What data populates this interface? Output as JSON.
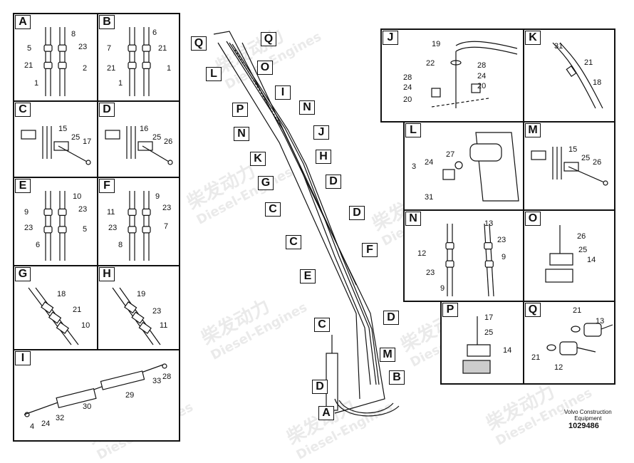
{
  "watermark": {
    "text": "柴发动力",
    "subtext": "Diesel-Engines"
  },
  "panels": [
    {
      "id": "A",
      "nums": [
        "8",
        "5",
        "23",
        "21",
        "2",
        "1"
      ]
    },
    {
      "id": "B",
      "nums": [
        "6",
        "7",
        "21",
        "21",
        "1",
        "1"
      ]
    },
    {
      "id": "C",
      "nums": [
        "15",
        "25",
        "17"
      ]
    },
    {
      "id": "D",
      "nums": [
        "16",
        "25",
        "26"
      ]
    },
    {
      "id": "E",
      "nums": [
        "10",
        "9",
        "23",
        "23",
        "5",
        "6"
      ]
    },
    {
      "id": "F",
      "nums": [
        "9",
        "11",
        "23",
        "23",
        "7",
        "8"
      ]
    },
    {
      "id": "G",
      "nums": [
        "18",
        "21",
        "10"
      ]
    },
    {
      "id": "H",
      "nums": [
        "19",
        "23",
        "11"
      ]
    },
    {
      "id": "I",
      "nums": [
        "28",
        "33",
        "29",
        "30",
        "32",
        "4",
        "24"
      ]
    },
    {
      "id": "J",
      "nums": [
        "19",
        "22",
        "28",
        "28",
        "24",
        "24",
        "20",
        "20"
      ]
    },
    {
      "id": "K",
      "nums": [
        "31",
        "21",
        "18"
      ]
    },
    {
      "id": "L",
      "nums": [
        "27",
        "3",
        "24",
        "31"
      ]
    },
    {
      "id": "M",
      "nums": [
        "15",
        "25",
        "26"
      ]
    },
    {
      "id": "N",
      "nums": [
        "13",
        "23",
        "12",
        "9",
        "23",
        "9"
      ]
    },
    {
      "id": "O",
      "nums": [
        "26",
        "25",
        "14"
      ]
    },
    {
      "id": "P",
      "nums": [
        "17",
        "25",
        "14"
      ]
    },
    {
      "id": "Q",
      "nums": [
        "21",
        "13",
        "21",
        "12"
      ]
    }
  ],
  "callouts": [
    "Q",
    "Q",
    "O",
    "L",
    "I",
    "P",
    "N",
    "N",
    "J",
    "K",
    "H",
    "G",
    "D",
    "C",
    "D",
    "C",
    "F",
    "E",
    "C",
    "D",
    "M",
    "B",
    "D",
    "A"
  ],
  "footer": {
    "brand_line1": "Volvo Construction",
    "brand_line2": "Equipment",
    "doc_number": "1029486"
  }
}
